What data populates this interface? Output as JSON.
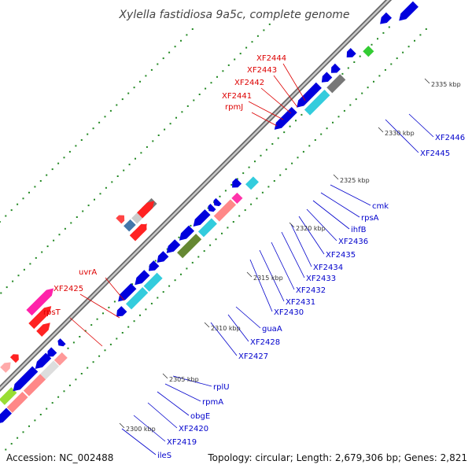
{
  "title": "Xylella fastidiosa 9a5c, complete genome",
  "accession": "Accession: NC_002488",
  "topology": "Topology: circular; Length: 2,679,306 bp; Genes: 2,821",
  "colors": {
    "forward_label": "#dd0000",
    "reverse_label": "#0000cc",
    "backbone": "#999999",
    "tick": "#228822"
  },
  "kbp_labels": [
    "2300 kbp",
    "2305 kbp",
    "2310 kbp",
    "2315 kbp",
    "2320 kbp",
    "2325 kbp",
    "2330 kbp",
    "2335 kbp"
  ],
  "forward_labels": [
    "XF2444",
    "XF2443",
    "XF2442",
    "XF2441",
    "rpmJ",
    "uvrA",
    "XF2425",
    "rpsT"
  ],
  "reverse_labels": [
    "XF2446",
    "XF2445",
    "cmk",
    "rpsA",
    "ihfB",
    "XF2436",
    "XF2435",
    "XF2434",
    "XF2433",
    "XF2432",
    "XF2431",
    "XF2430",
    "guaA",
    "XF2428",
    "XF2427",
    "rplU",
    "rpmA",
    "obgE",
    "XF2420",
    "XF2419",
    "ileS"
  ]
}
